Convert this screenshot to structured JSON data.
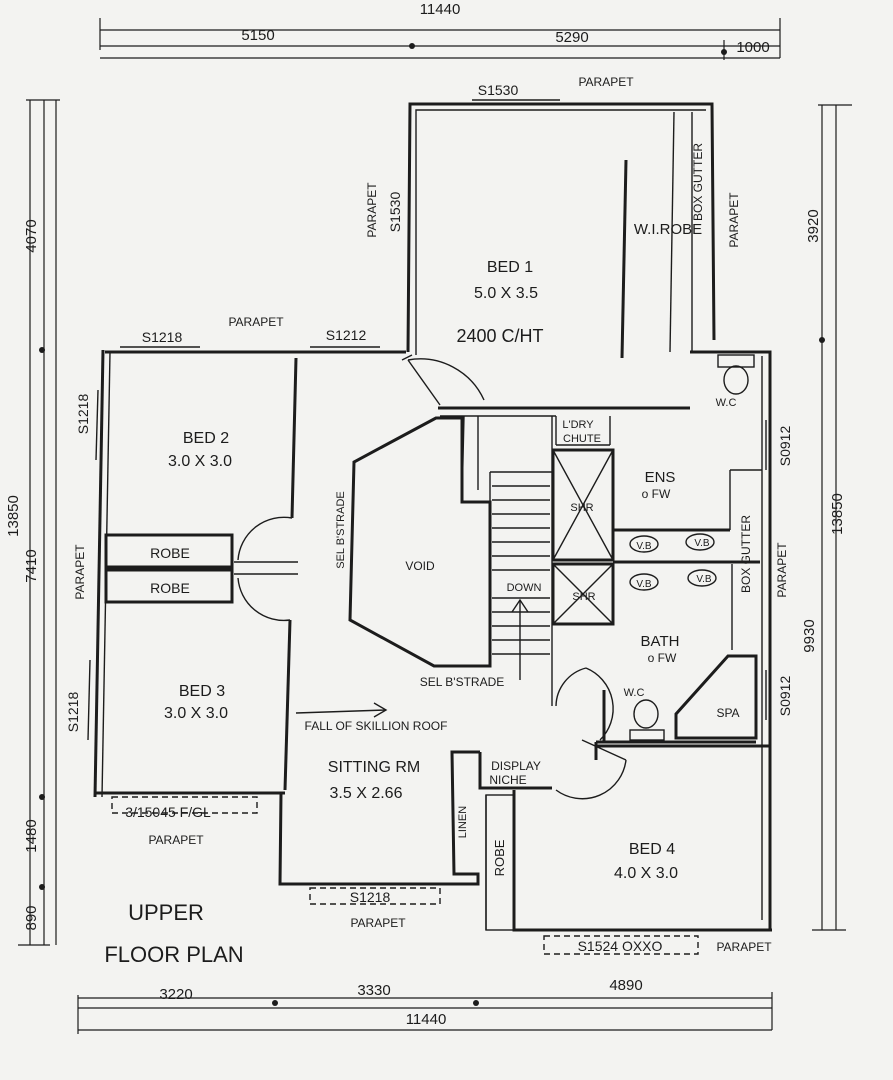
{
  "title": [
    "UPPER",
    "FLOOR PLAN"
  ],
  "ceiling_height": "2400 C/HT",
  "dimensions": {
    "top_total": "11440",
    "top_segments": [
      "5150",
      "5290",
      "1000"
    ],
    "bottom_segments": [
      "3220",
      "3330",
      "4890"
    ],
    "bottom_total": "11440",
    "left_total": "13850",
    "left_segments": [
      "4070",
      "7410",
      "1480",
      "890"
    ],
    "right_total": "13850",
    "right_segments": [
      "3920",
      "9930"
    ]
  },
  "rooms": {
    "bed1": {
      "name": "BED 1",
      "size": "5.0 X 3.5"
    },
    "bed2": {
      "name": "BED 2",
      "size": "3.0 X 3.0"
    },
    "bed3": {
      "name": "BED 3",
      "size": "3.0 X 3.0"
    },
    "bed4": {
      "name": "BED 4",
      "size": "4.0 X 3.0"
    },
    "sitting": {
      "name": "SITTING RM",
      "size": "3.5 X 2.66"
    },
    "ens": {
      "name": "ENS",
      "floor": "o FW"
    },
    "bath": {
      "name": "BATH",
      "floor": "o FW"
    },
    "void": "VOID",
    "wi_robe": "W.I.ROBE"
  },
  "fixtures": {
    "robe": "ROBE",
    "linen": "LINEN",
    "shr": "SHR",
    "vb": "V.B",
    "wc": "W.C",
    "spa": "SPA",
    "ldry_chute": [
      "L'DRY",
      "CHUTE"
    ],
    "display_niche": [
      "DISPLAY",
      "NICHE"
    ],
    "down": "DOWN",
    "box_gutter": "BOX GUTTER"
  },
  "annotations": {
    "parapet": "PARAPET",
    "sel_bstrade": "SEL B'STRADE",
    "fall_of_roof": "FALL OF SKILLION ROOF"
  },
  "windows": {
    "s1530": "S1530",
    "s1218": "S1218",
    "s1212": "S1212",
    "s0912": "S0912",
    "fixed_glass": "3/15045 F/GL",
    "s1524": "S1524 OXXO"
  }
}
